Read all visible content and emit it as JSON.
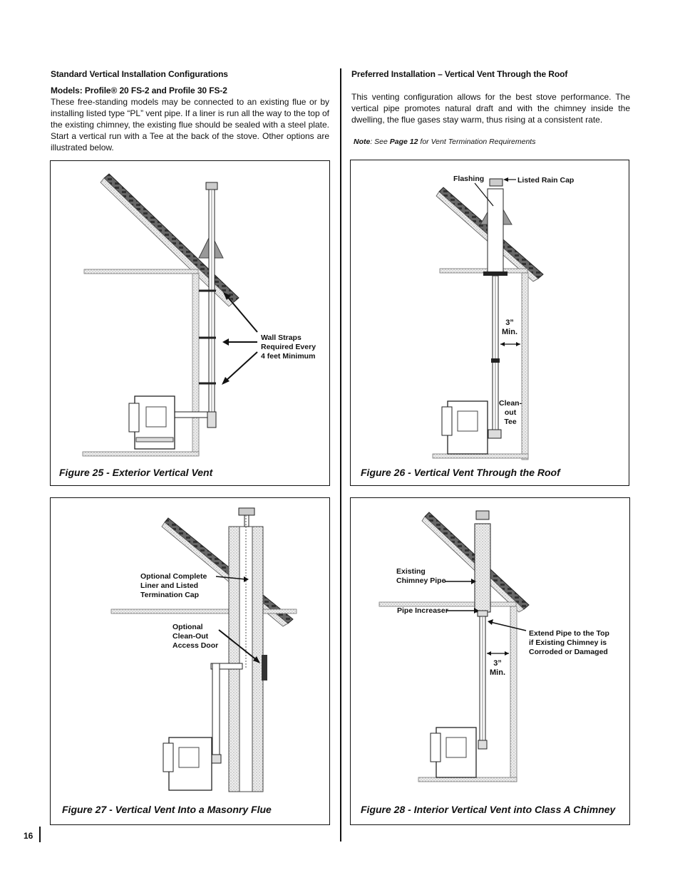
{
  "left_column": {
    "heading": "Standard Vertical Installation Configurations",
    "models_line": "Models: Profile® 20 FS-2 and Profile 30 FS-2",
    "body": "These free-standing models may be connected to an existing flue or by installing listed type “PL” vent pipe. If a liner is run all the way to the top of the existing chimney, the existing flue should be sealed with a steel plate.  Start a vertical run with a Tee at the back of the stove.  Other options are illustrated below."
  },
  "right_column": {
    "heading": "Preferred Installation – Vertical Vent Through the Roof",
    "body": "This venting configuration allows for the best stove performance. The vertical pipe promotes natural draft and with the chimney inside the dwelling, the flue gases stay warm, thus rising at a consistent rate.",
    "note_label": "Note",
    "note_pre": ": See ",
    "note_page": "Page 12",
    "note_post": " for Vent Termination Requirements"
  },
  "figures": {
    "fig25": {
      "caption": "Figure 25 - Exterior Vertical Vent",
      "label_wall_straps": "Wall Straps\nRequired Every\n4 feet Minimum"
    },
    "fig26": {
      "caption": "Figure 26 - Vertical Vent Through the Roof",
      "label_flashing": "Flashing",
      "label_rain_cap": "Listed Rain Cap",
      "label_min": "3”\nMin.",
      "label_cleanout": "Clean-\nout\nTee"
    },
    "fig27": {
      "caption": "Figure 27 - Vertical Vent Into a Masonry Flue",
      "label_liner": "Optional Complete\nLiner and Listed\nTermination Cap",
      "label_cleanout_door": "Optional\nClean-Out\nAccess Door"
    },
    "fig28": {
      "caption": "Figure 28 - Interior Vertical Vent into Class A Chimney",
      "label_existing": "Existing\nChimney Pipe",
      "label_increaser": "Pipe Increaser",
      "label_extend": "Extend Pipe to the Top\nif Existing Chimney is\nCorroded or Damaged",
      "label_min": "3”\nMin."
    }
  },
  "page_number": "16"
}
